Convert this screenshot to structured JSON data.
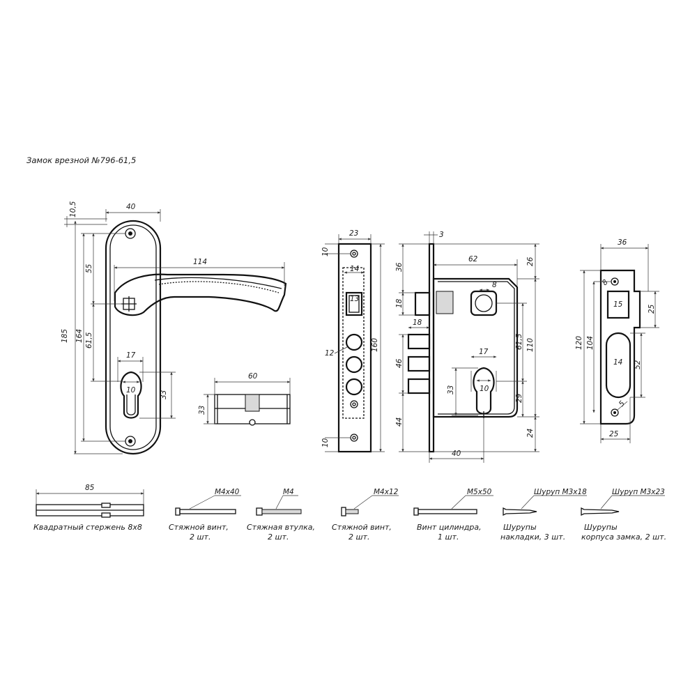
{
  "title": "Замок врезной №796-61,5",
  "handle": {
    "d_10_5": "10,5",
    "d_40": "40",
    "d_114": "114",
    "d_55": "55",
    "d_185": "185",
    "d_164": "164",
    "d_61_5": "61,5",
    "d_17": "17",
    "d_10": "10",
    "d_33": "33"
  },
  "cylinder": {
    "d_60": "60",
    "d_33": "33"
  },
  "faceplate": {
    "d_23": "23",
    "d_10_top": "10",
    "d_14": "14",
    "d_13": "13",
    "d_12": "12",
    "d_160": "160",
    "d_10_bot": "10"
  },
  "lockbody": {
    "d_3": "3",
    "d_62": "62",
    "d_36": "36",
    "d_26": "26",
    "d_8": "8",
    "d_18a": "18",
    "d_18b": "18",
    "d_61_5": "61,5",
    "d_110": "110",
    "d_46": "46",
    "d_17": "17",
    "d_33": "33",
    "d_10": "10",
    "d_29": "29",
    "d_44": "44",
    "d_24": "24",
    "d_40": "40"
  },
  "strike": {
    "d_36": "36",
    "d_8": "8",
    "d_15": "15",
    "d_25a": "25",
    "d_120": "120",
    "d_104": "104",
    "d_14": "14",
    "d_52": "52",
    "d_5": "5",
    "d_25b": "25"
  },
  "accessories": [
    {
      "size": "85",
      "caption1": "Квадратный стержень 8х8",
      "caption2": ""
    },
    {
      "size": "M4x40",
      "caption1": "Стяжной винт,",
      "caption2": "2 шт."
    },
    {
      "size": "M4",
      "caption1": "Стяжная втулка,",
      "caption2": "2 шт."
    },
    {
      "size": "M4x12",
      "caption1": "Стяжной винт,",
      "caption2": "2 шт."
    },
    {
      "size": "M5x50",
      "caption1": "Винт цилиндра,",
      "caption2": "1 шт."
    },
    {
      "size": "Шуруп М3х18",
      "caption1": "Шурупы",
      "caption2": "накладки, 3 шт."
    },
    {
      "size": "Шуруп М3х23",
      "caption1": "Шурупы",
      "caption2": "корпуса замка, 2 шт."
    }
  ]
}
